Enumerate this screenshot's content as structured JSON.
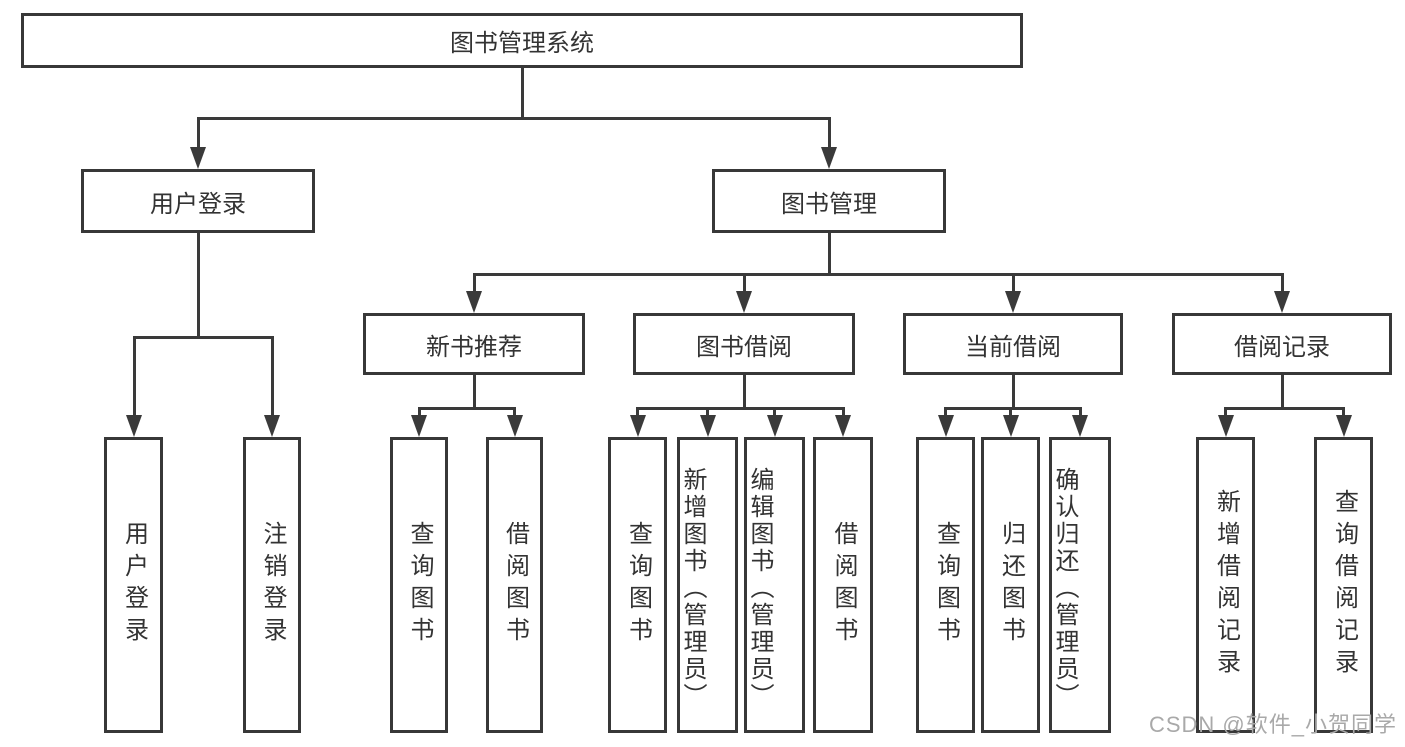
{
  "diagram": {
    "root": {
      "label": "图书管理系统"
    },
    "level2": [
      {
        "label": "用户登录"
      },
      {
        "label": "图书管理"
      }
    ],
    "level3": [
      {
        "label": "新书推荐"
      },
      {
        "label": "图书借阅"
      },
      {
        "label": "当前借阅"
      },
      {
        "label": "借阅记录"
      }
    ],
    "leaves": [
      {
        "label": "用户登录"
      },
      {
        "label": "注销登录"
      },
      {
        "label": "查询图书"
      },
      {
        "label": "借阅图书"
      },
      {
        "label": "查询图书"
      },
      {
        "label": "新增图书（管理员）"
      },
      {
        "label": "编辑图书（管理员）"
      },
      {
        "label": "借阅图书"
      },
      {
        "label": "查询图书"
      },
      {
        "label": "归还图书"
      },
      {
        "label": "确认归还（管理员）"
      },
      {
        "label": "新增借阅记录"
      },
      {
        "label": "查询借阅记录"
      }
    ],
    "colors": {
      "line": "#3a3a3a",
      "border": "#383838",
      "text": "#333333",
      "background": "#ffffff",
      "watermark": "#a9a9a9"
    }
  },
  "watermark": {
    "text": "CSDN @软件_小贺同学"
  }
}
